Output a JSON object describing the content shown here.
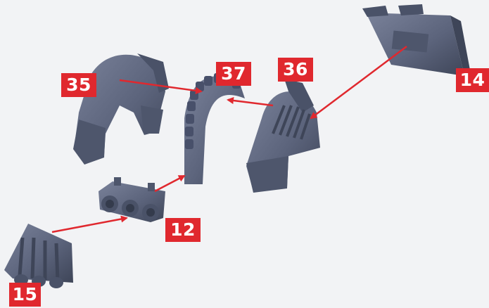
{
  "diagram": {
    "part_labels": {
      "p35": "35",
      "p37": "37",
      "p36": "36",
      "p14": "14",
      "p12": "12",
      "p15": "15"
    },
    "colors": {
      "background": "#f2f3f5",
      "part": "#5c647c",
      "part_dark": "#3e4558",
      "part_light": "#7a829a",
      "label_bg": "#e0282e",
      "arrow": "#e0282e",
      "label_text": "#ffffff"
    }
  }
}
